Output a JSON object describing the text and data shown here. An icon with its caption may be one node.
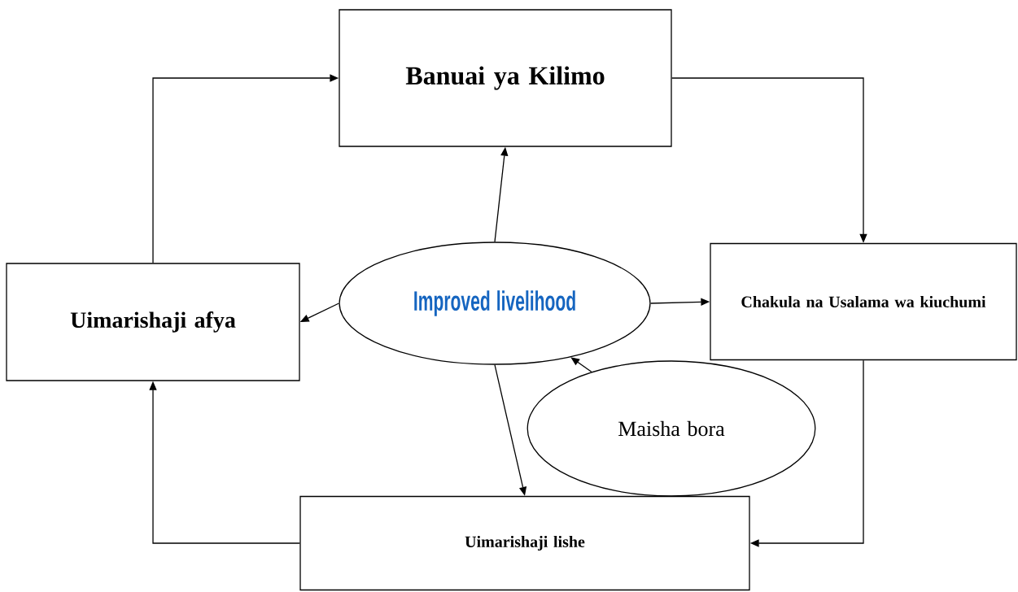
{
  "diagram": {
    "nodes": [
      {
        "text": [
          "Banuai ya Kilimo"
        ]
      },
      {
        "text": [
          "Uimarishaji afya"
        ]
      },
      {
        "text": [
          "Improved livelihood"
        ]
      },
      {
        "text": [
          "Chakula na Usalama wa kiuchumi"
        ]
      },
      {
        "text": [
          "Maisha bora"
        ]
      },
      {
        "text": [
          "Uimarishaji lishe"
        ]
      }
    ],
    "edges": [
      {
        "from": 2,
        "to": 0,
        "arrow": "to"
      },
      {
        "from": 2,
        "to": 1,
        "arrow": "to"
      },
      {
        "from": 2,
        "to": 3,
        "arrow": "to"
      },
      {
        "from": 2,
        "to": 5,
        "arrow": "to"
      },
      {
        "from": 4,
        "to": 2,
        "arrow": "to"
      },
      {
        "from": 0,
        "to": 3,
        "arrow": "to"
      },
      {
        "from": 3,
        "to": 5,
        "arrow": "to"
      },
      {
        "from": 5,
        "to": 1,
        "arrow": "to"
      },
      {
        "from": 1,
        "to": 0,
        "arrow": "to"
      }
    ]
  }
}
